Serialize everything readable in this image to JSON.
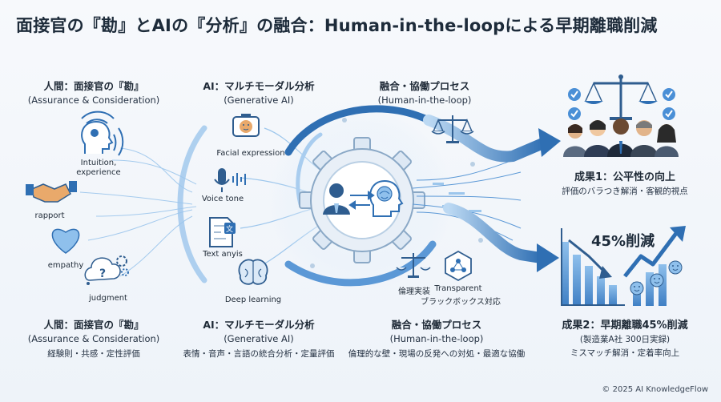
{
  "title": "面接官の『勘』とAIの『分析』の融合：Human-in-the-loopによる早期離職削減",
  "top": {
    "human": {
      "title": "人間：面接官の『勘』",
      "sub": "(Assurance & Consideration)"
    },
    "ai": {
      "title": "AI：マルチモーダル分析",
      "sub": "(Generative AI)"
    },
    "fusion": {
      "title": "融合・協働プロセス",
      "sub": "(Human-in-the-loop)"
    }
  },
  "human_labels": {
    "intuition": "Intuition,\nexperience",
    "rapport": "rapport",
    "empathy": "empathy",
    "judgment": "judgment"
  },
  "ai_labels": {
    "facial": "Facial expression",
    "voice": "Voice tone",
    "text": "Text anyis",
    "deep": "Deep learning"
  },
  "fusion_labels": {
    "ethics": "倫理実装",
    "transparent": "Transparent",
    "blackbox": "ブラックボックス対応"
  },
  "outcome1": {
    "title": "成果1：公平性の向上",
    "desc": "評価のバラつき解消・客観的視点"
  },
  "outcome2": {
    "big": "45%削減",
    "title": "成果2：早期離職45%削減",
    "sub": "(製造業A社 300日実録)",
    "desc": "ミスマッチ解消・定着率向上"
  },
  "bottom": {
    "human": {
      "title": "人間：面接官の『勘』",
      "sub": "(Assurance & Consideration)",
      "desc": "経験則・共感・定性評価"
    },
    "ai": {
      "title": "AI：マルチモーダル分析",
      "sub": "(Generative AI)",
      "desc": "表情・音声・言語の統合分析・定量評価"
    },
    "fusion": {
      "title": "融合・協働プロセス",
      "sub": "(Human-in-the-loop)",
      "desc": "倫理的な壁・現場の反発への対処・最適な協働"
    }
  },
  "copyright": "© 2025 AI KnowledgeFlow",
  "colors": {
    "accent": "#2f6fb3",
    "light": "#8fc0ec",
    "dark": "#1d2b3a",
    "check": "#4a8fd6"
  },
  "icons": [
    "head-ripple-icon",
    "handshake-icon",
    "heart-icon",
    "thought-gears-icon",
    "camera-face-icon",
    "microphone-icon",
    "document-translate-icon",
    "brain-icon",
    "scales-icon",
    "gear-icon",
    "people-icon",
    "bar-chart-icon"
  ]
}
